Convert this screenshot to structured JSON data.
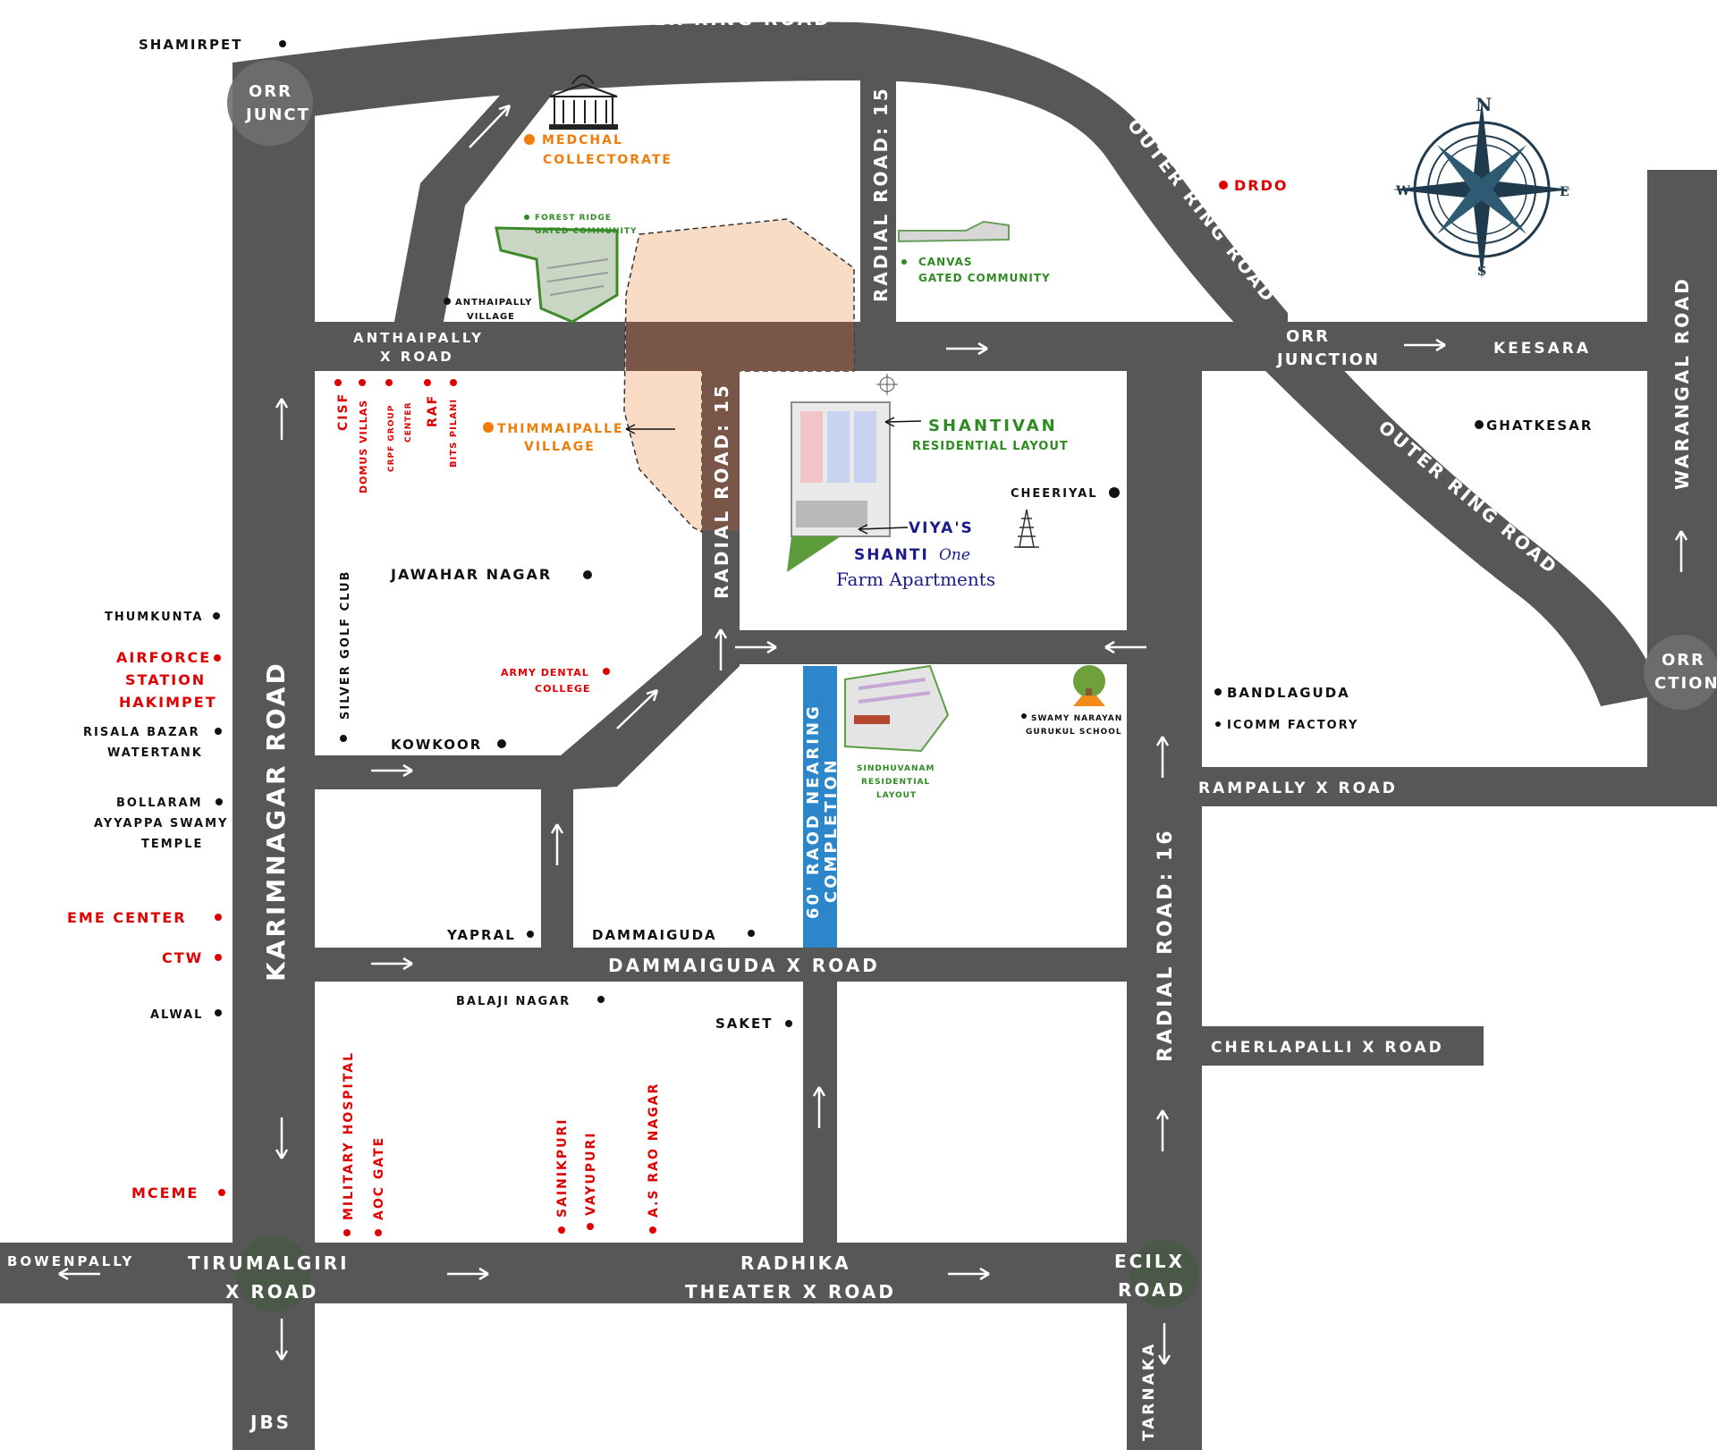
{
  "colors": {
    "road": "#575757",
    "accent_red": "#e10000",
    "accent_orange": "#ef7d0a",
    "accent_green": "#2e8b22",
    "project_blue": "#1a1a8c",
    "new_road_blue": "#2c86c9",
    "plot_fill": "#f8dcc6"
  },
  "roads": {
    "outer_ring_road_top": "OUTER RING ROAD",
    "outer_ring_road_diag": "OUTER RING ROAD",
    "outer_ring_road_diag2": "OUTER RING ROAD",
    "radial_road_15_top": "RADIAL ROAD: 15",
    "radial_road_15_mid": "RADIAL ROAD: 15",
    "radial_road_16": "RADIAL ROAD: 16",
    "karimnagar_road": "KARIMNAGAR ROAD",
    "warangal_road": "WARANGAL ROAD",
    "anthaipally_x_road_1": "ANTHAIPALLY",
    "anthaipally_x_road_2": "X ROAD",
    "orr_junction_1": "ORR",
    "orr_junction_2": "JUNCTION",
    "keesara": "KEESARA",
    "rampally_x_road": "RAMPALLY X ROAD",
    "dammaiguda_x_road": "DAMMAIGUDA X ROAD",
    "cherlapalli_x_road": "CHERLAPALLI X ROAD",
    "tirumalgiri_1": "TIRUMALGIRI",
    "tirumalgiri_2": "X ROAD",
    "radhika_1": "RADHIKA",
    "radhika_2": "THEATER X ROAD",
    "ecil_1": "ECILX",
    "ecil_2": "ROAD",
    "bowenpally": "BOWENPALLY",
    "jbs": "JBS",
    "tarnaka": "TARNAKA",
    "new_road_1": "60' RAOD NEARING",
    "new_road_2": "COMPLETION",
    "orr_junct_left_1": "ORR",
    "orr_junct_left_2": "JUNCT",
    "orr_junct_right_1": "ORR",
    "orr_junct_right_2": "CTION"
  },
  "places": {
    "shamirpet": "SHAMIRPET",
    "medchal_1": "MEDCHAL",
    "medchal_2": "COLLECTORATE",
    "forest_ridge_1": "FOREST RIDGE",
    "forest_ridge_2": "GATED COMMUNITY",
    "anthaipally_village_1": "ANTHAIPALLY",
    "anthaipally_village_2": "VILLAGE",
    "canvas_1": "CANVAS",
    "canvas_2": "GATED COMMUNITY",
    "drdo": "DRDO",
    "cisf": "CISF",
    "domus": "DOMUS VILLAS",
    "crpf_1": "CRPF GROUP",
    "crpf_2": "CENTER",
    "raf": "RAF",
    "bits": "BITS PILANI",
    "thimmaipalle_1": "THIMMAIPALLE",
    "thimmaipalle_2": "VILLAGE",
    "shantivan_1": "SHANTIVAN",
    "shantivan_2": "RESIDENTIAL LAYOUT",
    "cheeriyal": "CHEERIYAL",
    "ghatkesar": "GHATKESAR",
    "viya": "VIYA'S",
    "shanti": "SHANTI",
    "one": "One",
    "farm": "Farm Apartments",
    "jawahar": "JAWAHAR NAGAR",
    "silver_golf": "SILVER GOLF CLUB",
    "thumkunta": "THUMKUNTA",
    "airforce_1": "AIRFORCE",
    "airforce_2": "STATION",
    "airforce_3": "HAKIMPET",
    "risala_1": "RISALA BAZAR",
    "risala_2": "WATERTANK",
    "bollaram_1": "BOLLARAM",
    "bollaram_2": "AYYAPPA SWAMY",
    "bollaram_3": "TEMPLE",
    "army_dental_1": "ARMY DENTAL",
    "army_dental_2": "COLLEGE",
    "kowkoor": "KOWKOOR",
    "bandlaguda": "BANDLAGUDA",
    "icomm": "ICOMM FACTORY",
    "swamy_1": "SWAMY NARAYAN",
    "swamy_2": "GURUKUL SCHOOL",
    "sindhuvanam_1": "SINDHUVANAM",
    "sindhuvanam_2": "RESIDENTIAL",
    "sindhuvanam_3": "LAYOUT",
    "eme": "EME CENTER",
    "ctw": "CTW",
    "yapral": "YAPRAL",
    "dammaiguda": "DAMMAIGUDA",
    "alwal": "ALWAL",
    "balaji": "BALAJI NAGAR",
    "saket": "SAKET",
    "military": "MILITARY HOSPITAL",
    "aoc": "AOC GATE",
    "sainikpuri": "SAINIKPURI",
    "vayupuri": "VAYUPURI",
    "asrao": "A.S RAO NAGAR",
    "mceme": "MCEME"
  },
  "compass": {
    "n": "N",
    "e": "E",
    "s": "S",
    "w": "W"
  },
  "icons": [
    "collectorate-building-icon",
    "temple-icon",
    "school-tree-icon",
    "compass-rose-icon",
    "direction-arrow-icon",
    "location-dot-icon"
  ]
}
